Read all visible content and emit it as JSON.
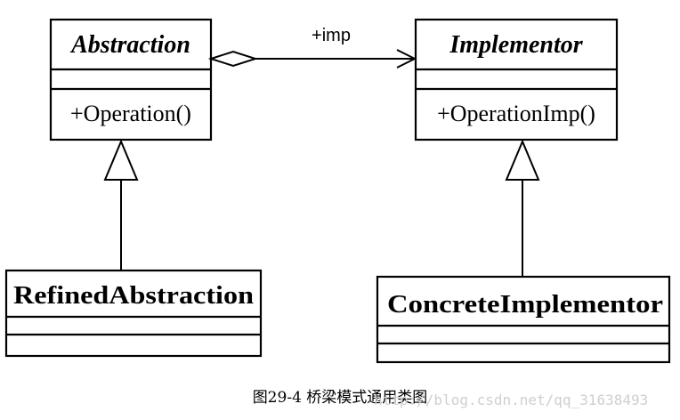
{
  "classes": {
    "abstraction": {
      "name": "Abstraction",
      "operation": "+Operation()"
    },
    "implementor": {
      "name": "Implementor",
      "operation": "+OperationImp()"
    },
    "refined_abstraction": {
      "name": "RefinedAbstraction"
    },
    "concrete_implementor": {
      "name": "ConcreteImplementor"
    }
  },
  "relations": {
    "aggregation_role": "+imp"
  },
  "caption": "图29-4 桥梁模式通用类图",
  "watermark": "http://blog.csdn.net/qq_31638493"
}
